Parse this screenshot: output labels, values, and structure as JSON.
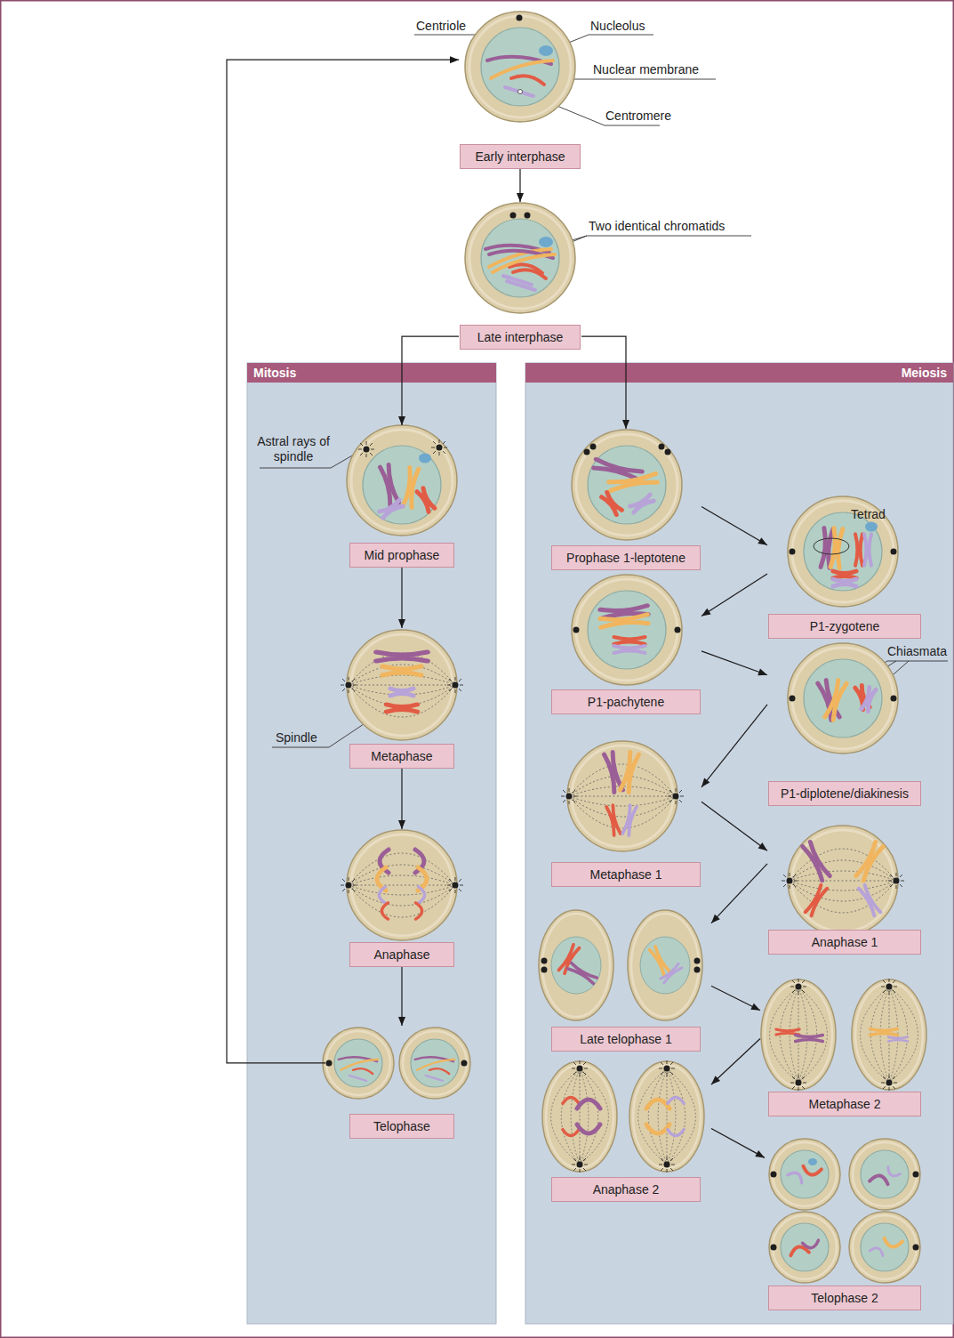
{
  "diagram": {
    "nodes": [
      {
        "text": [
          "Early interphase"
        ]
      },
      {
        "text": [
          "Late interphase"
        ]
      },
      {
        "text": [
          "Mitosis"
        ]
      },
      {
        "text": [
          "Mid prophase"
        ],
        "in": 2
      },
      {
        "text": [
          "Metaphase"
        ],
        "in": 2
      },
      {
        "text": [
          "Anaphase"
        ],
        "in": 2
      },
      {
        "text": [
          "Telophase"
        ],
        "in": 2
      },
      {
        "text": [
          "Meiosis"
        ]
      },
      {
        "text": [
          "Prophase 1-leptotene"
        ],
        "in": 7
      },
      {
        "text": [
          "P1-zygotene"
        ],
        "in": 7
      },
      {
        "text": [
          "P1-pachytene"
        ],
        "in": 7
      },
      {
        "text": [
          "P1-diplotene/diakinesis"
        ],
        "in": 7
      },
      {
        "text": [
          "Metaphase 1"
        ],
        "in": 7
      },
      {
        "text": [
          "Anaphase 1"
        ],
        "in": 7
      },
      {
        "text": [
          "Late telophase 1"
        ],
        "in": 7
      },
      {
        "text": [
          "Metaphase 2"
        ],
        "in": 7
      },
      {
        "text": [
          "Anaphase 2"
        ],
        "in": 7
      },
      {
        "text": [
          "Telophase 2"
        ],
        "in": 7
      }
    ],
    "edges": [
      {
        "from": 0,
        "to": 1,
        "arrow": "to"
      },
      {
        "from": 1,
        "to": 3,
        "arrow": "to"
      },
      {
        "from": 1,
        "to": 8,
        "arrow": "to"
      },
      {
        "from": 3,
        "to": 4,
        "arrow": "to"
      },
      {
        "from": 4,
        "to": 5,
        "arrow": "to"
      },
      {
        "from": 5,
        "to": 6,
        "arrow": "to"
      },
      {
        "from": 6,
        "to": 0,
        "arrow": "to"
      },
      {
        "from": 8,
        "to": 9,
        "arrow": "to"
      },
      {
        "from": 9,
        "to": 10,
        "arrow": "to"
      },
      {
        "from": 10,
        "to": 11,
        "arrow": "to"
      },
      {
        "from": 11,
        "to": 12,
        "arrow": "to"
      },
      {
        "from": 12,
        "to": 13,
        "arrow": "to"
      },
      {
        "from": 13,
        "to": 14,
        "arrow": "to"
      },
      {
        "from": 14,
        "to": 15,
        "arrow": "to"
      },
      {
        "from": 15,
        "to": 16,
        "arrow": "to"
      },
      {
        "from": 16,
        "to": 17,
        "arrow": "to"
      }
    ],
    "labels": [
      "Centriole",
      "Nucleolus",
      "Nuclear membrane",
      "Centromere",
      "Two identical chromatids",
      "Astral rays of spindle",
      "Spindle",
      "Tetrad",
      "Chiasmata"
    ]
  }
}
